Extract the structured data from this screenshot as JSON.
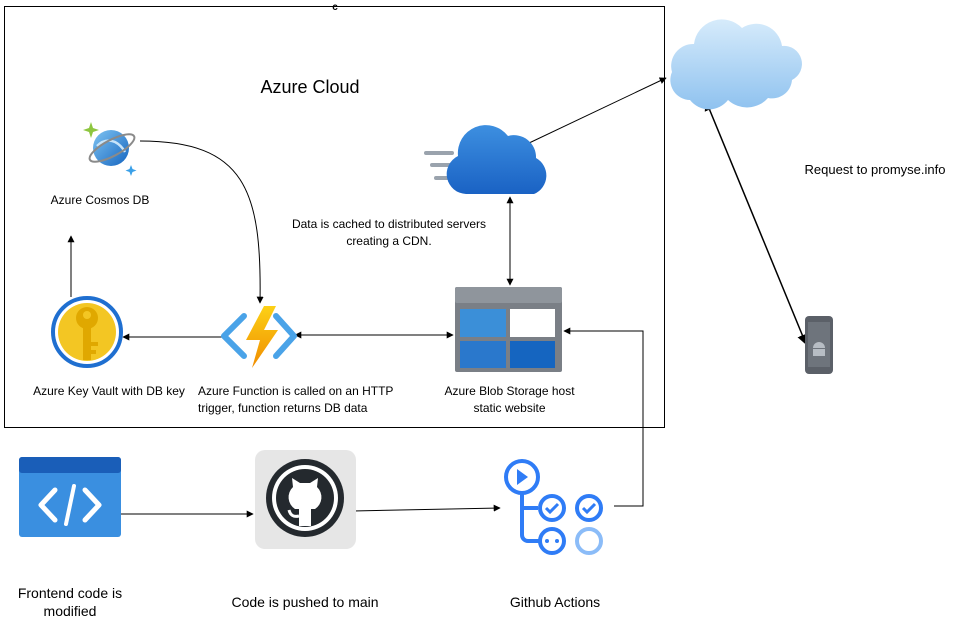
{
  "boundary": {
    "corner_label": "c",
    "title": "Azure Cloud"
  },
  "nodes": {
    "cosmos": {
      "label": "Azure Cosmos DB",
      "icon": "cosmos-db-icon"
    },
    "cdn": {
      "label_line1": "Data is cached to distributed servers",
      "label_line2": "creating a CDN.",
      "icon": "cdn-cloud-icon"
    },
    "keyvault": {
      "label": "Azure Key Vault with DB key",
      "icon": "key-vault-icon"
    },
    "function": {
      "label_line1": "Azure Function is called on an HTTP",
      "label_line2": "trigger, function returns DB data",
      "icon": "azure-function-icon"
    },
    "blob": {
      "label_line1": "Azure Blob Storage host",
      "label_line2": "static website",
      "icon": "blob-storage-icon"
    },
    "internet": {
      "icon": "internet-cloud-icon"
    },
    "request": {
      "label": "Request to promyse.info"
    },
    "phone": {
      "icon": "android-phone-icon"
    },
    "frontend": {
      "label_line1": "Frontend code is",
      "label_line2": "modified",
      "icon": "code-editor-icon"
    },
    "github": {
      "label": "Code is pushed to main",
      "icon": "github-icon"
    },
    "actions": {
      "label": "Github Actions",
      "icon": "github-actions-icon"
    }
  },
  "colors": {
    "azure_blue": "#1f6fd0",
    "cloud_light": "#a9d1f5",
    "function_yellow": "#f5b915",
    "keyvault_gold": "#f3c623",
    "actions_blue": "#2f7cf6",
    "github_dark": "#24292e"
  }
}
